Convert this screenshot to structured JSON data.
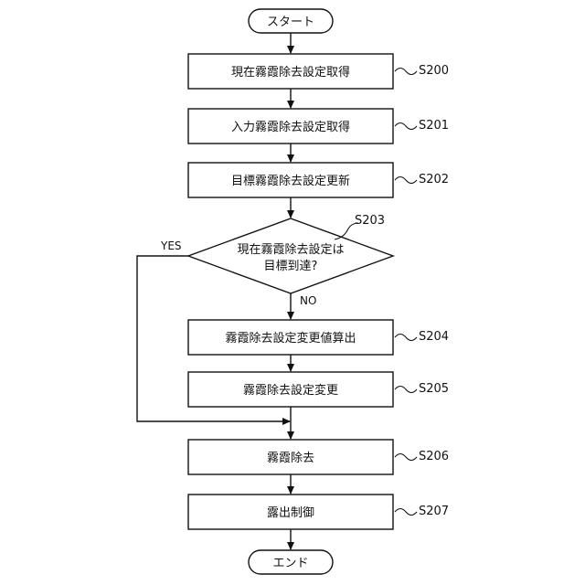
{
  "start": {
    "label": "スタート"
  },
  "end": {
    "label": "エンド"
  },
  "steps": [
    {
      "id": "S200",
      "label": "現在霧霞除去設定取得"
    },
    {
      "id": "S201",
      "label": "入力霧霞除去設定取得"
    },
    {
      "id": "S202",
      "label": "目標霧霞除去設定更新"
    },
    {
      "id": "S204",
      "label": "霧霞除去設定変更値算出"
    },
    {
      "id": "S205",
      "label": "霧霞除去設定変更"
    },
    {
      "id": "S206",
      "label": "霧霞除去"
    },
    {
      "id": "S207",
      "label": "露出制御"
    }
  ],
  "decision": {
    "id": "S203",
    "line1": "現在霧霞除去設定は",
    "line2": "目標到達?",
    "yes_label": "YES",
    "no_label": "NO"
  }
}
